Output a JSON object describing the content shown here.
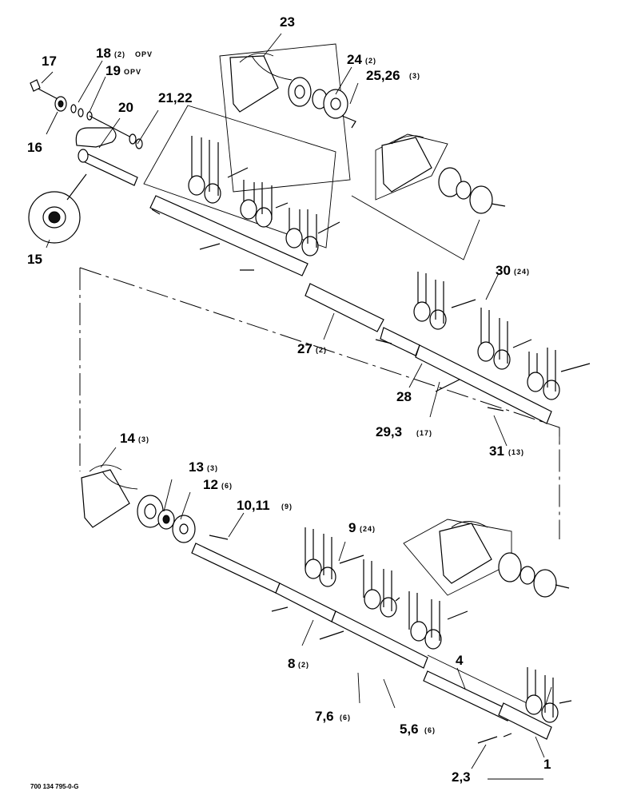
{
  "labels": {
    "c17": "17",
    "c18": "18",
    "c18q": "(2)",
    "c18o": "OPV",
    "c19": "19",
    "c19o": "OPV",
    "c16": "16",
    "c20": "20",
    "c21": "21,22",
    "c15": "15",
    "c23": "23",
    "c24": "24",
    "c24q": "(2)",
    "c25": "25,26",
    "c25q": "(3)",
    "c30": "30",
    "c30q": "(24)",
    "c27": "27",
    "c27q": "(2)",
    "c28": "28",
    "c29": "29,3",
    "c29q": "(17)",
    "c31": "31",
    "c31q": "(13)",
    "c14": "14",
    "c14q": "(3)",
    "c13": "13",
    "c13q": "(3)",
    "c12": "12",
    "c12q": "(6)",
    "c10": "10,11",
    "c10q": "(9)",
    "c9": "9",
    "c9q": "(24)",
    "c8": "8",
    "c8q": "(2)",
    "c4": "4",
    "c7": "7,6",
    "c7q": "(6)",
    "c5": "5,6",
    "c5q": "(6)",
    "c1": "1",
    "c2": "2,3"
  },
  "footer_code": "700 134 795-0-G"
}
